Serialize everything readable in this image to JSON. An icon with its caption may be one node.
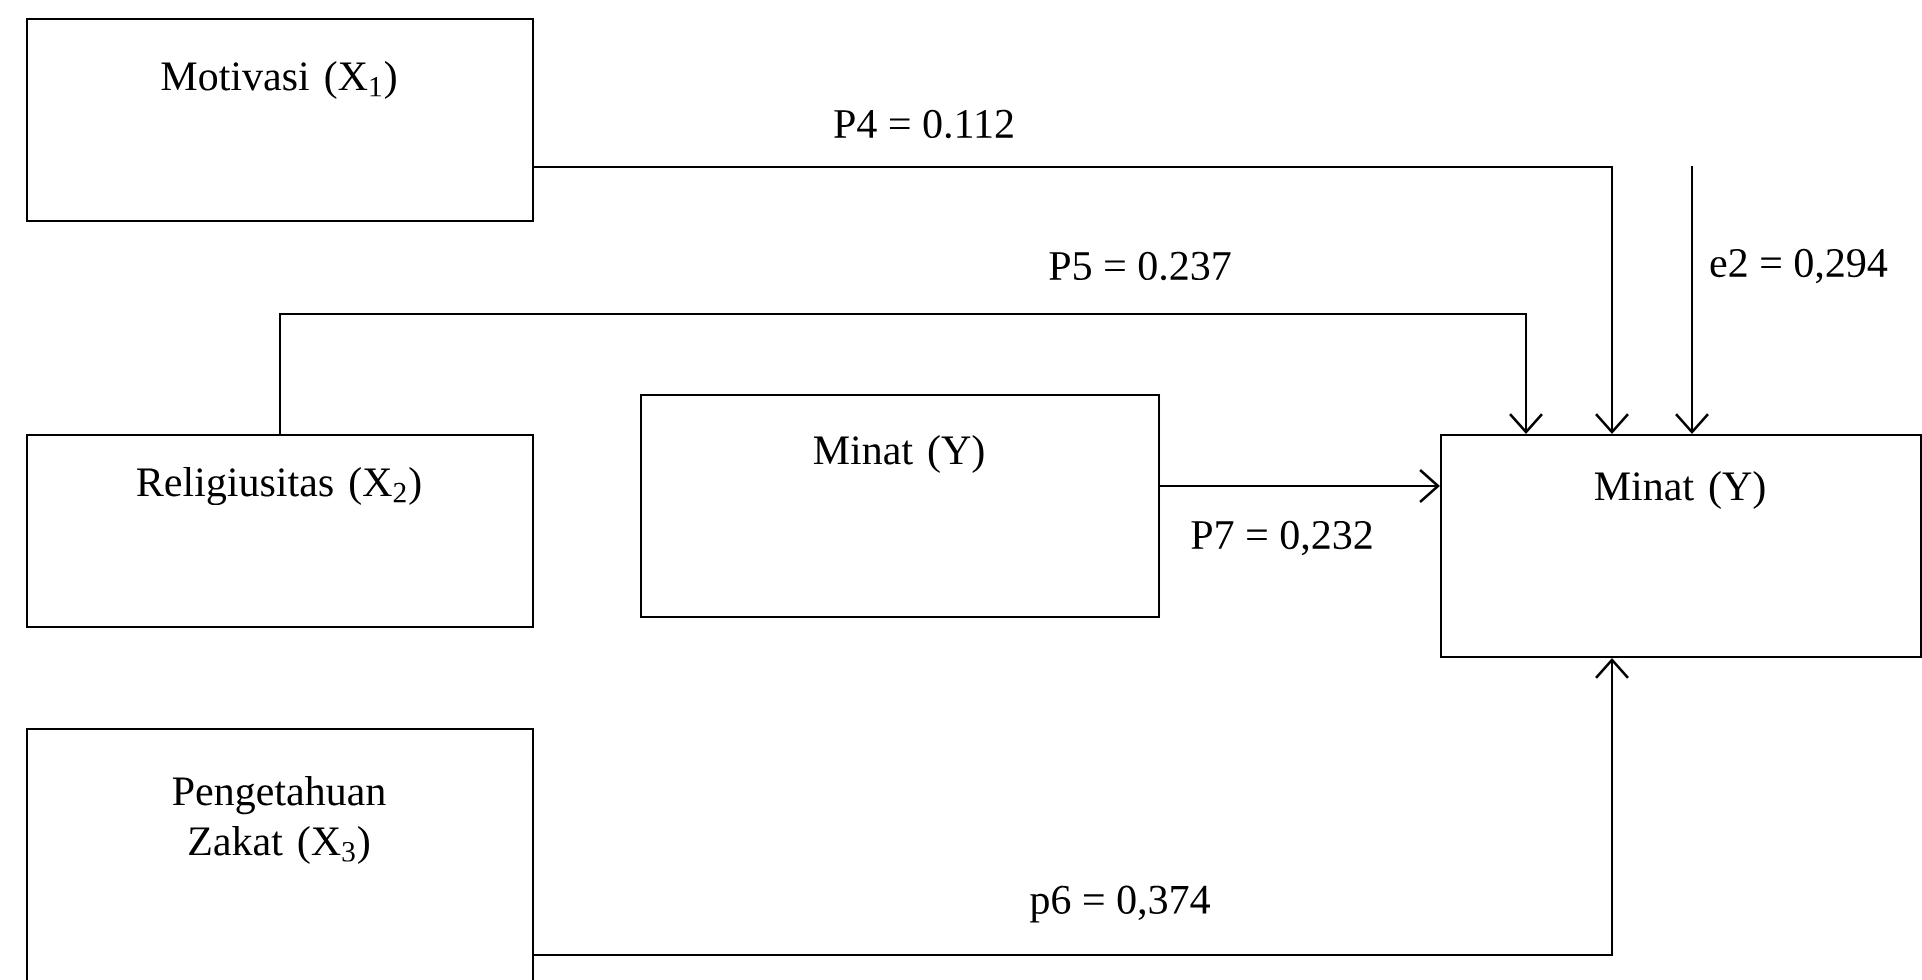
{
  "diagram": {
    "nodes": [
      {
        "text": [
          "Motivasi (X$_{1}$)"
        ]
      },
      {
        "text": [
          "Religiusitas (X$_{2}$)"
        ]
      },
      {
        "text": [
          "Minat (Y)"
        ]
      },
      {
        "text": [
          "Pengetahuan Zakat (X$_{3}$)"
        ]
      },
      {
        "text": [
          "Minat (Y)"
        ]
      }
    ],
    "edges": [
      {
        "from": 0,
        "to": 4,
        "arrow": "to",
        "label": "P4 = 0.112"
      },
      {
        "from": 1,
        "to": 4,
        "arrow": "to",
        "label": "P5 = 0.237"
      },
      {
        "from": null,
        "to": 4,
        "arrow": "to",
        "label": "e2 = 0,294"
      },
      {
        "from": 2,
        "to": 4,
        "arrow": "to",
        "label": "P7 = 0,232"
      },
      {
        "from": 3,
        "to": 4,
        "arrow": "to",
        "label": "p6 = 0,374"
      }
    ]
  }
}
